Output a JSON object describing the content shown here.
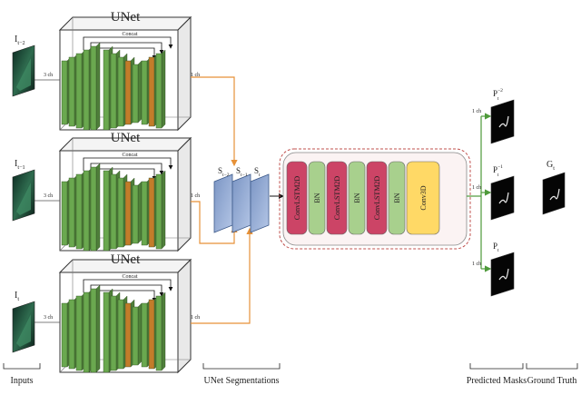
{
  "unet": {
    "title": "UNet",
    "concat": "Concat",
    "in_ch": "3 ch",
    "out_ch": "1 ch"
  },
  "inputs": {
    "labels": [
      {
        "base": "I",
        "sub": "t−2"
      },
      {
        "base": "I",
        "sub": "t−1"
      },
      {
        "base": "I",
        "sub": "t"
      }
    ],
    "section_label": "Inputs"
  },
  "segmentations": {
    "labels": [
      {
        "base": "S",
        "sub": "t−2"
      },
      {
        "base": "S",
        "sub": "t−1"
      },
      {
        "base": "S",
        "sub": "t"
      }
    ],
    "section_label": "UNet Segmentations"
  },
  "convlstm": {
    "blocks": [
      "ConvLSTM2D",
      "BN",
      "ConvLSTM2D",
      "BN",
      "ConvLSTM2D",
      "BN",
      "Conv3D"
    ]
  },
  "predicted": {
    "labels": [
      {
        "base": "P",
        "sub": "t",
        "sup": "−2"
      },
      {
        "base": "P",
        "sub": "t",
        "sup": "−1"
      },
      {
        "base": "P",
        "sub": "t",
        "sup": ""
      }
    ],
    "out_ch": "1 ch",
    "section_label": "Predicted Masks"
  },
  "ground_truth": {
    "label": {
      "base": "G",
      "sub": "t"
    },
    "section_label": "Ground Truth"
  },
  "colors": {
    "green_layer": "#6aa84f",
    "orange_arrow": "#e69138",
    "conv_red": "#cc4466",
    "bn_green": "#a8d08d",
    "conv3d_yellow": "#ffd966",
    "seg_blue": "#8fa8d0",
    "dashed_red": "#c0504d"
  }
}
